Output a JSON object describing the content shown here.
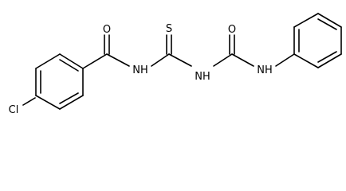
{
  "molecule": {
    "atoms": {
      "cl": "Cl",
      "o_amide": "O",
      "nh_amide": "NH",
      "s_thio": "S",
      "nh_thio": "NH",
      "o_urea": "O",
      "nh_urea": "NH"
    },
    "colors": {
      "bond": "#000000",
      "label": "#000000",
      "background": "#ffffff"
    }
  }
}
